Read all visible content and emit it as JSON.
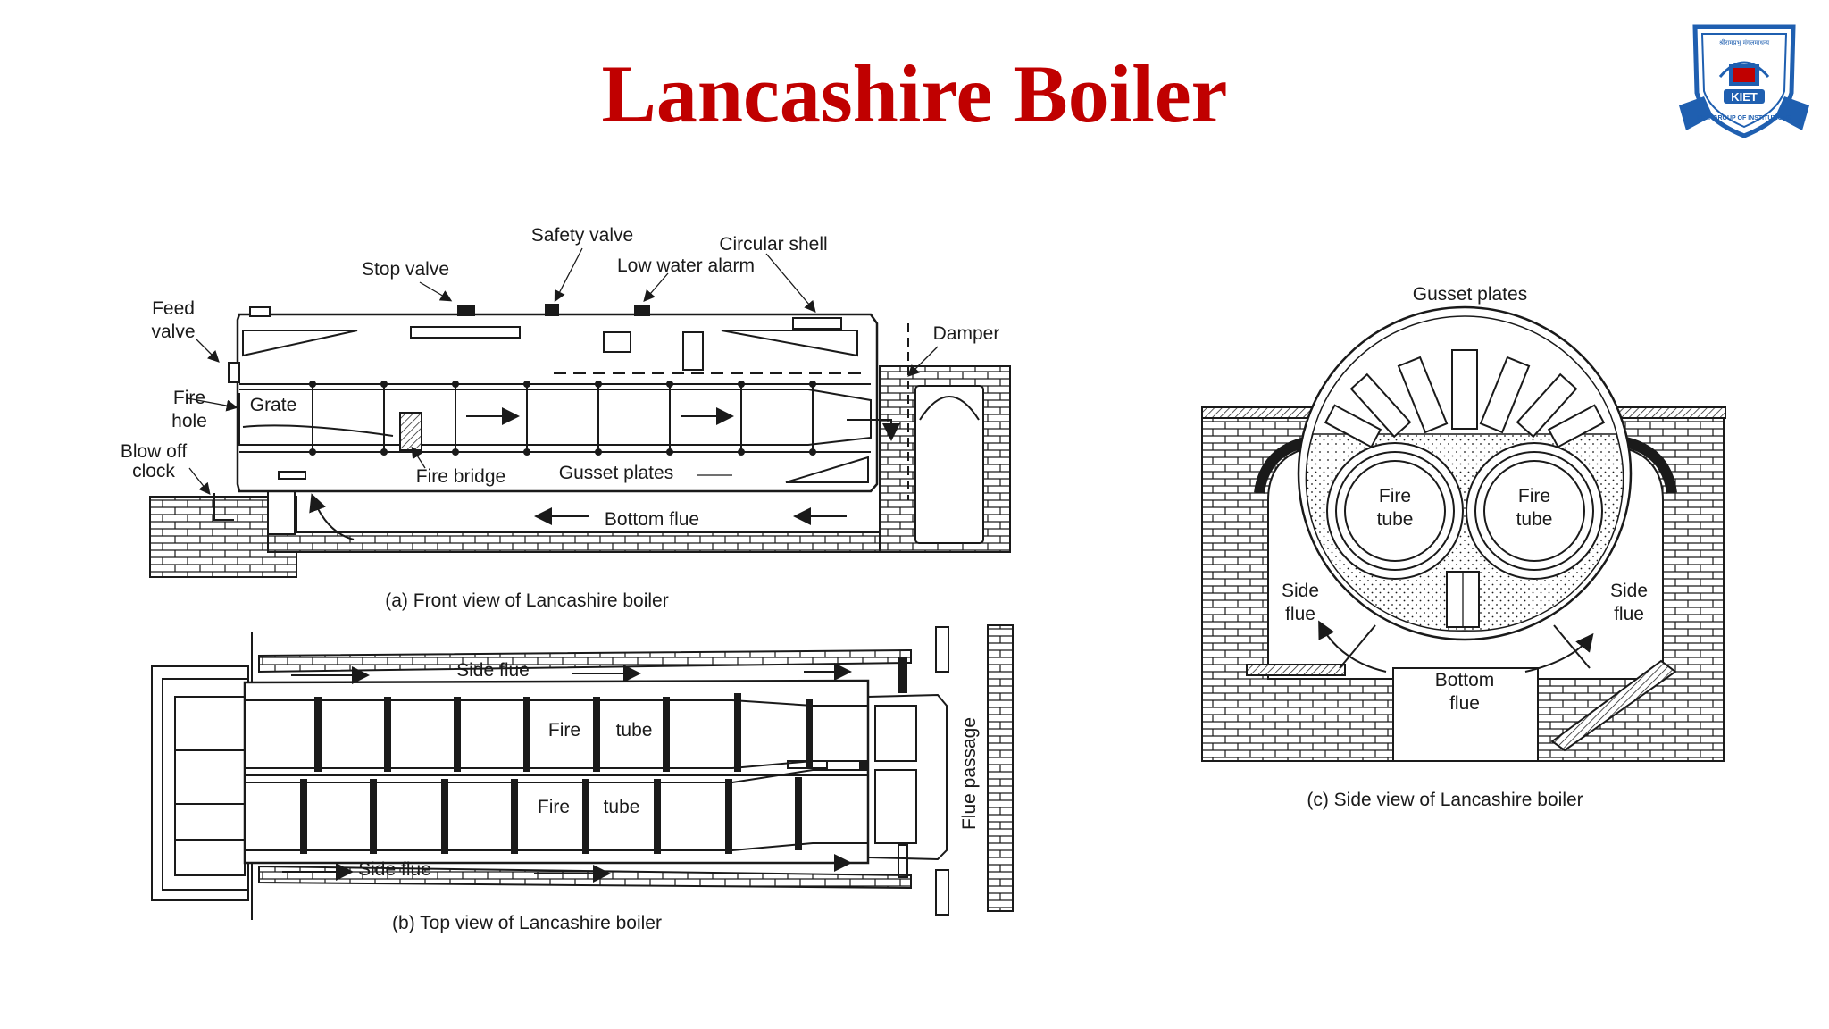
{
  "slide": {
    "title": "Lancashire Boiler"
  },
  "logo": {
    "top_text": "श्रीरामप्रभु मंगलमाधन्य",
    "ring_text": "KIET GROUP OF INSTITUTIONS",
    "badge": "KIET",
    "colors": {
      "blue": "#1f5fb0",
      "red": "#c00000"
    }
  },
  "front_view": {
    "caption": "(a) Front view of Lancashire boiler",
    "labels": {
      "safety_valve": "Safety valve",
      "circular_shell": "Circular shell",
      "stop_valve": "Stop valve",
      "low_water_alarm": "Low water alarm",
      "feed_valve_1": "Feed",
      "feed_valve_2": "valve",
      "damper": "Damper",
      "fire_hole_1": "Fire",
      "fire_hole_2": "hole",
      "grate": "Grate",
      "blow_off_1": "Blow off",
      "blow_off_2": "clock",
      "fire_bridge": "Fire bridge",
      "gusset_plates": "Gusset plates",
      "bottom_flue": "Bottom flue"
    }
  },
  "top_view": {
    "caption": "(b) Top view of Lancashire boiler",
    "labels": {
      "side_flue_top": "Side flue",
      "side_flue_bottom": "Side flue",
      "fire_1": "Fire",
      "tube_1": "tube",
      "fire_2": "Fire",
      "tube_2": "tube",
      "flue_passage": "Flue passage"
    }
  },
  "side_view": {
    "caption": "(c) Side view of Lancashire boiler",
    "labels": {
      "gusset_plates": "Gusset plates",
      "fire_tube_left_1": "Fire",
      "fire_tube_left_2": "tube",
      "fire_tube_right_1": "Fire",
      "fire_tube_right_2": "tube",
      "side_flue_left_1": "Side",
      "side_flue_left_2": "flue",
      "side_flue_right_1": "Side",
      "side_flue_right_2": "flue",
      "bottom_flue_1": "Bottom",
      "bottom_flue_2": "flue"
    }
  }
}
